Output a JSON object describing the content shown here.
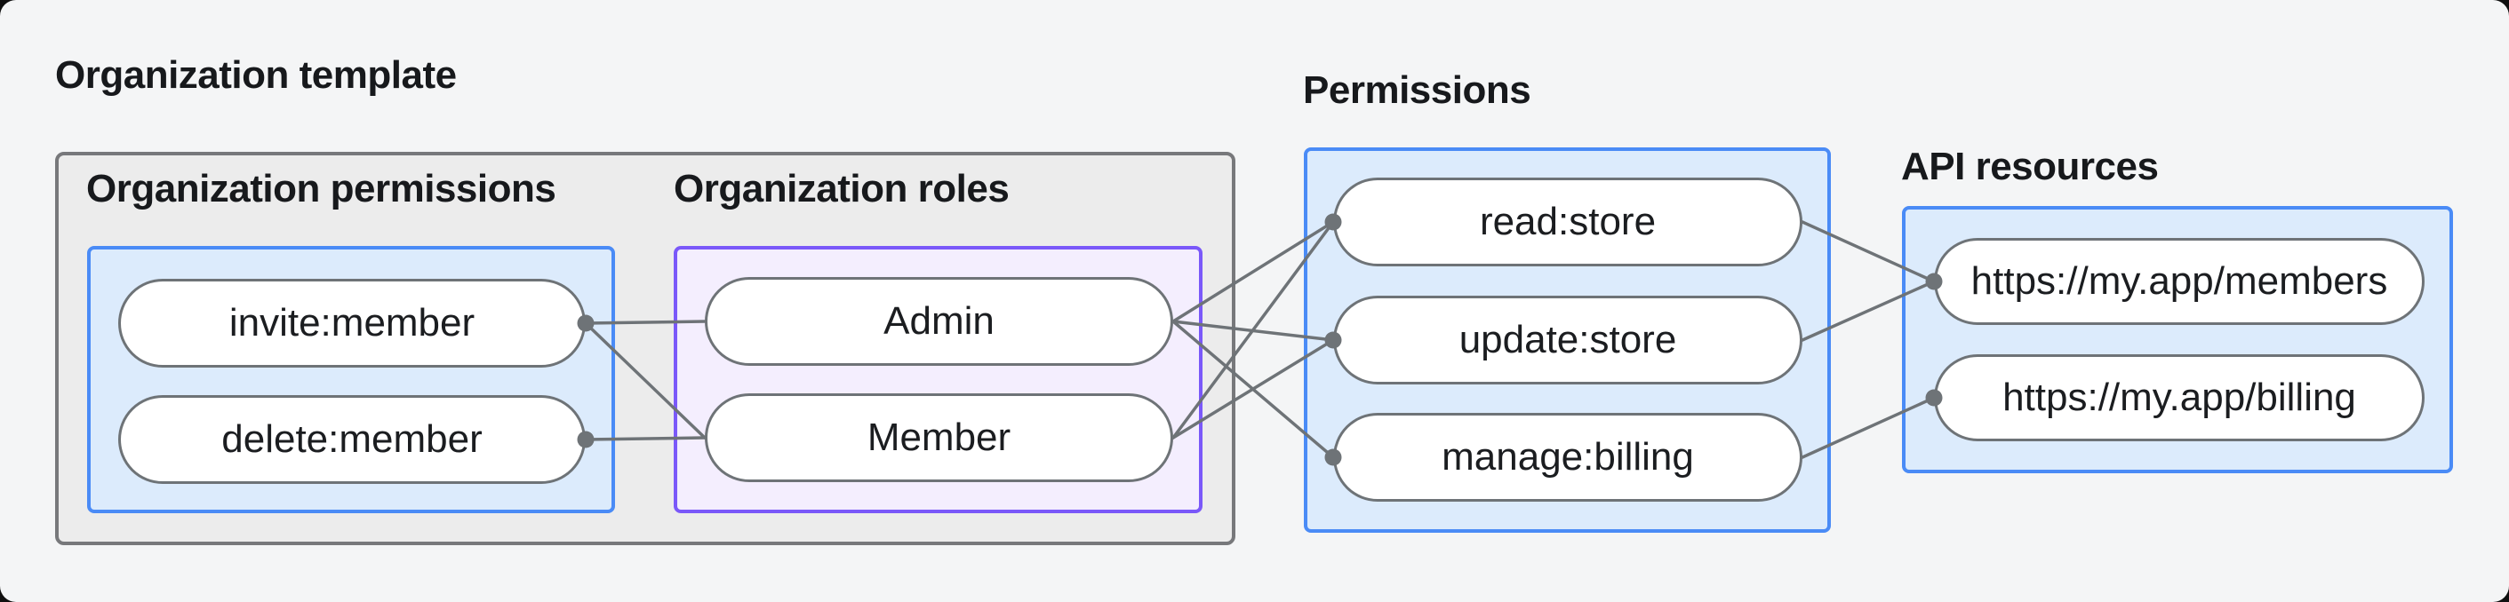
{
  "title": "Organization template",
  "sections": {
    "org_permissions": {
      "heading": "Organization permissions"
    },
    "org_roles": {
      "heading": "Organization roles"
    },
    "permissions": {
      "heading": "Permissions"
    },
    "api_resources": {
      "heading": "API resources"
    }
  },
  "nodes": {
    "invite_member": {
      "label": "invite:member",
      "dot": "right"
    },
    "delete_member": {
      "label": "delete:member",
      "dot": "right"
    },
    "admin": {
      "label": "Admin",
      "dot": null
    },
    "member": {
      "label": "Member",
      "dot": null
    },
    "read_store": {
      "label": "read:store",
      "dot": "left"
    },
    "update_store": {
      "label": "update:store",
      "dot": "left"
    },
    "manage_billing": {
      "label": "manage:billing",
      "dot": "left"
    },
    "members_api": {
      "label": "https://my.app/members",
      "dot": "left"
    },
    "billing_api": {
      "label": "https://my.app/billing",
      "dot": "left"
    }
  },
  "edges": [
    {
      "from": "invite_member",
      "to": "admin"
    },
    {
      "from": "invite_member",
      "to": "member"
    },
    {
      "from": "delete_member",
      "to": "member"
    },
    {
      "from": "admin",
      "to": "read_store"
    },
    {
      "from": "admin",
      "to": "update_store"
    },
    {
      "from": "admin",
      "to": "manage_billing"
    },
    {
      "from": "member",
      "to": "read_store"
    },
    {
      "from": "member",
      "to": "update_store"
    },
    {
      "from": "read_store",
      "to": "members_api"
    },
    {
      "from": "update_store",
      "to": "members_api"
    },
    {
      "from": "manage_billing",
      "to": "billing_api"
    }
  ],
  "colors": {
    "page_background": "#f4f5f6",
    "template_box_background": "#ececec",
    "template_box_border": "#77787b",
    "blue_group_background": "#dcebfc",
    "blue_group_border": "#4a8bf6",
    "purple_group_background": "#f4eefe",
    "purple_group_border": "#7a58f9",
    "node_background": "#ffffff",
    "node_border": "#6e7377",
    "connector": "#6e7377",
    "text": "#17191c"
  }
}
